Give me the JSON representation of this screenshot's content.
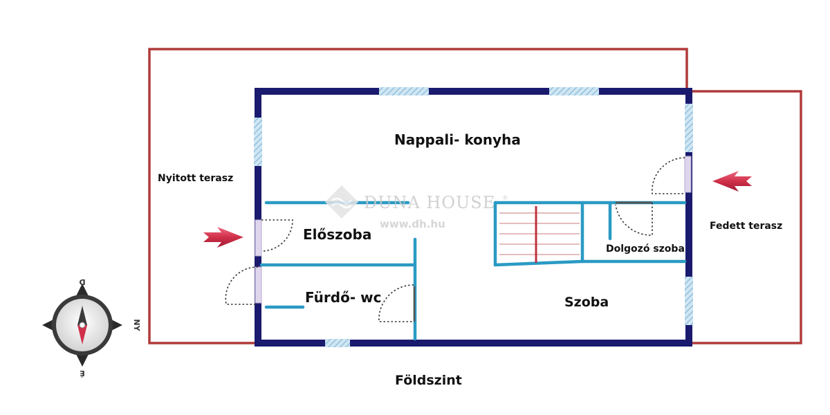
{
  "watermark": {
    "brand": "DUNA HOUSE",
    "url": "www.dh.hu"
  },
  "rooms": {
    "living_kitchen": "Nappali- konyha",
    "hallway": "Előszoba",
    "bathroom": "Fürdő- wc",
    "room": "Szoba",
    "study": "Dolgozó szoba"
  },
  "outside": {
    "open_terrace": "Nyitott terasz",
    "covered_terrace": "Fedett terasz"
  },
  "level": "Földszint",
  "compass": {
    "north": "É",
    "south": "D",
    "west": "NY"
  },
  "colors": {
    "outer_wall": "#1a1a6e",
    "inner_wall": "#2a9ac4",
    "terrace": "#b03a3a",
    "arrow": "#d0304a",
    "window": "#9fc9e3"
  }
}
